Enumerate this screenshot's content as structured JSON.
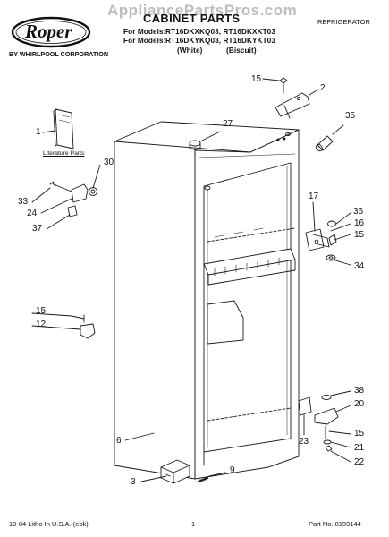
{
  "watermark": "AppliancePartsPros.com",
  "brand": {
    "logo_text": "Roper",
    "byline": "BY WHIRLPOOL CORPORATION"
  },
  "header": {
    "title": "CABINET PARTS",
    "model_line1_prefix": "For Models:",
    "model_line1_models": "RT16DKXKQ03, RT16DKXKT03",
    "model_line2_prefix": "For Models:",
    "model_line2_models": "RT16DKYKQ03, RT16DKYKT03",
    "color_white": "(White)",
    "color_biscuit": "(Biscuit)",
    "category": "REFRIGERATOR"
  },
  "literature": {
    "label": "Literature Parts"
  },
  "callouts": {
    "c1": "1",
    "c2": "2",
    "c3": "3",
    "c6": "6",
    "c9": "9",
    "c12": "12",
    "c15a": "15",
    "c15b": "15",
    "c15c": "15",
    "c15d": "15",
    "c16": "16",
    "c17": "17",
    "c20": "20",
    "c21": "21",
    "c22": "22",
    "c23": "23",
    "c24": "24",
    "c27": "27",
    "c30": "30",
    "c33": "33",
    "c34": "34",
    "c35": "35",
    "c36": "36",
    "c37": "37",
    "c38": "38"
  },
  "footer": {
    "litho": "10-04 Litho In U.S.A. (ebk)",
    "page_number": "1",
    "part_number": "Part No. 8199144"
  },
  "colors": {
    "line": "#1a1a1a",
    "watermark": "#b8b8b8"
  }
}
